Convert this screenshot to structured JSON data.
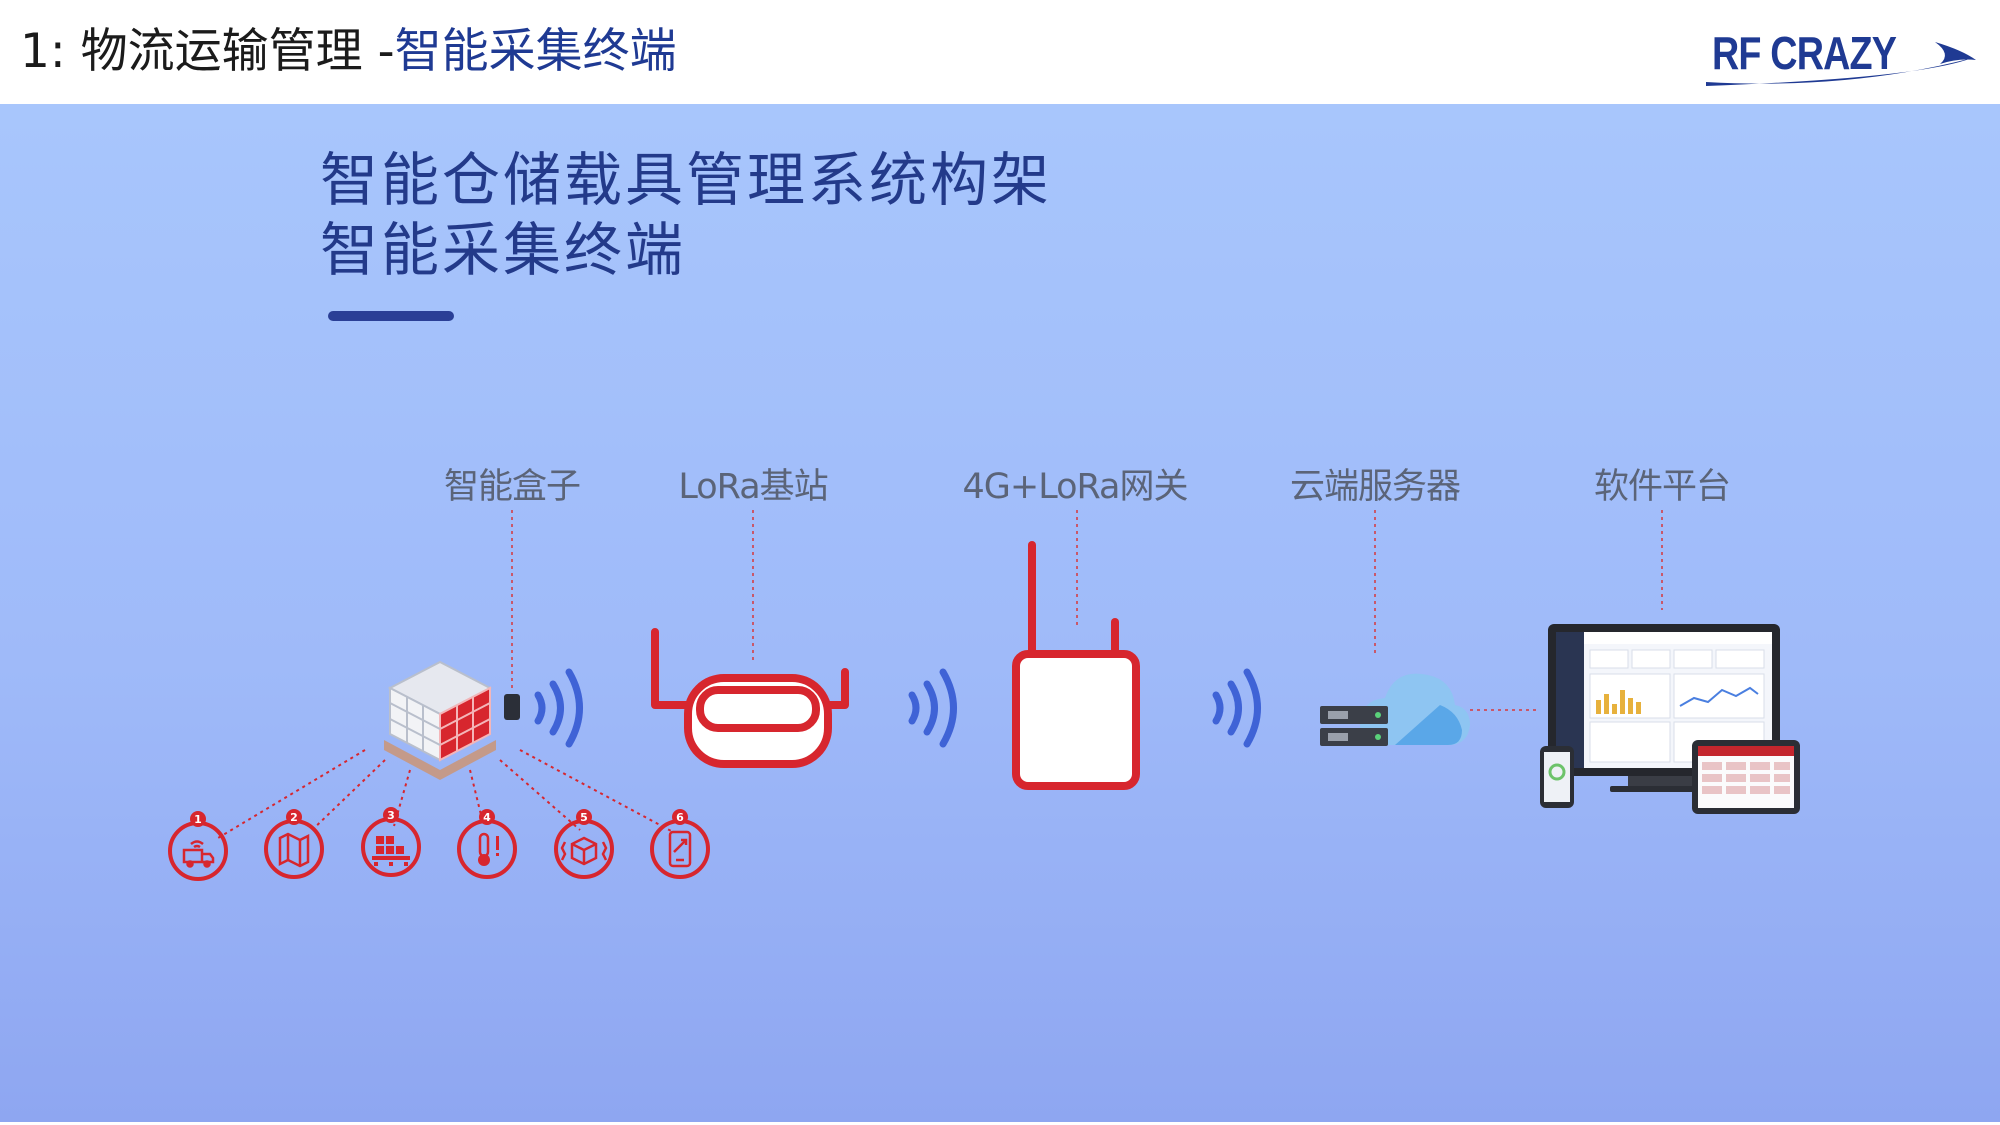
{
  "header": {
    "title_prefix": "1: 物流运输管理 -",
    "title_suffix": "智能采集终端",
    "logo_text": "RF CRAZY"
  },
  "main": {
    "title_line1": "智能仓储载具管理系统构架",
    "title_line2": "智能采集终端"
  },
  "nodes": [
    {
      "label": "智能盒子"
    },
    {
      "label": "LoRa基站"
    },
    {
      "label": "4G+LoRa网关"
    },
    {
      "label": "云端服务器"
    },
    {
      "label": "软件平台"
    }
  ],
  "feature_icons": [
    {
      "num": "1",
      "icon": "truck-wifi-icon"
    },
    {
      "num": "2",
      "icon": "map-icon"
    },
    {
      "num": "3",
      "icon": "pallet-stack-icon"
    },
    {
      "num": "4",
      "icon": "thermometer-alert-icon"
    },
    {
      "num": "5",
      "icon": "vibration-box-icon"
    },
    {
      "num": "6",
      "icon": "phone-tilt-icon"
    }
  ],
  "colors": {
    "brand_blue": "#1f3a93",
    "device_red": "#d7262e",
    "signal_blue": "#3f63d6",
    "label_gray": "#5b6478"
  }
}
